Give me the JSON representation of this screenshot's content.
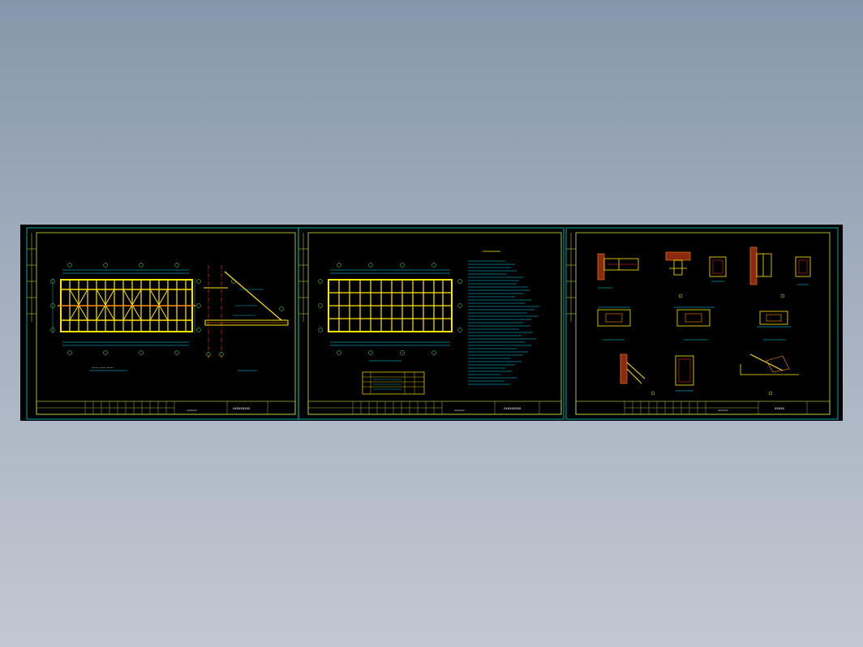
{
  "colors": {
    "background_top": "#8797ab",
    "background_bottom": "#c2c8d2",
    "viewport": "#000000",
    "frame_border": "#00d0d0",
    "inner_border": "#c8e63c",
    "beam_yellow": "#ffe600",
    "beam_orange": "#ff8c00",
    "axis_red": "#ff3030",
    "annotation_cyan": "#00e5ff",
    "bubble_green": "#55ff55",
    "text_white": "#ffffff"
  },
  "sheets": [
    {
      "title_block_text": "xxxxxxxxx",
      "footer_text": "xxxxxxx"
    },
    {
      "title_block_text": "xxxxxxxxx",
      "footer_text": "xxxxxxx"
    },
    {
      "title_block_text": "xxxxx",
      "footer_text": "xxxxxxx"
    }
  ]
}
